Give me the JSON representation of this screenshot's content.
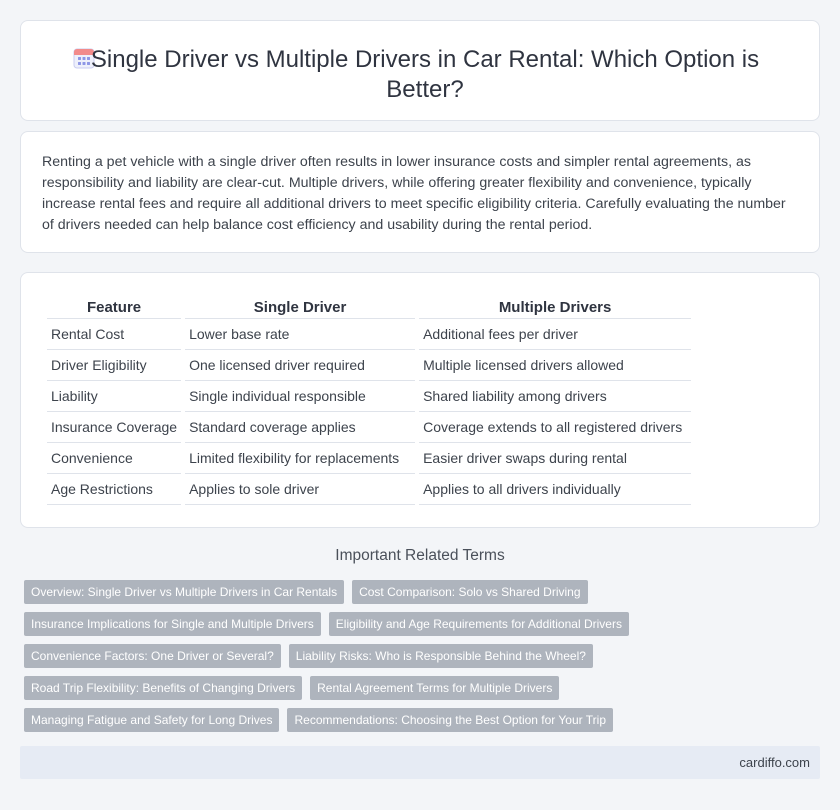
{
  "header": {
    "title": "Single Driver vs Multiple Drivers in Car Rental: Which Option is Better?",
    "icon": "calendar-icon"
  },
  "intro": {
    "text": "Renting a pet vehicle with a single driver often results in lower insurance costs and simpler rental agreements, as responsibility and liability are clear-cut. Multiple drivers, while offering greater flexibility and convenience, typically increase rental fees and require all additional drivers to meet specific eligibility criteria. Carefully evaluating the number of drivers needed can help balance cost efficiency and usability during the rental period."
  },
  "table": {
    "headers": [
      "Feature",
      "Single Driver",
      "Multiple Drivers"
    ],
    "rows": [
      [
        "Rental Cost",
        "Lower base rate",
        "Additional fees per driver"
      ],
      [
        "Driver Eligibility",
        "One licensed driver required",
        "Multiple licensed drivers allowed"
      ],
      [
        "Liability",
        "Single individual responsible",
        "Shared liability among drivers"
      ],
      [
        "Insurance Coverage",
        "Standard coverage applies",
        "Coverage extends to all registered drivers"
      ],
      [
        "Convenience",
        "Limited flexibility for replacements",
        "Easier driver swaps during rental"
      ],
      [
        "Age Restrictions",
        "Applies to sole driver",
        "Applies to all drivers individually"
      ]
    ]
  },
  "related": {
    "title": "Important Related Terms",
    "rows": [
      [
        "Overview: Single Driver vs Multiple Drivers in Car Rentals",
        "Cost Comparison: Solo vs Shared Driving"
      ],
      [
        "Insurance Implications for Single and Multiple Drivers",
        "Eligibility and Age Requirements for Additional Drivers"
      ],
      [
        "Convenience Factors: One Driver or Several?",
        "Liability Risks: Who is Responsible Behind the Wheel?"
      ],
      [
        "Road Trip Flexibility: Benefits of Changing Drivers",
        "Rental Agreement Terms for Multiple Drivers"
      ],
      [
        "Managing Fatigue and Safety for Long Drives",
        "Recommendations: Choosing the Best Option for Your Trip"
      ]
    ]
  },
  "footer": {
    "site": "cardiffo.com"
  },
  "colors": {
    "tag_bg": "#aeb4bd",
    "footer_bg": "#e6ebf4",
    "page_bg": "#f3f5f8"
  }
}
